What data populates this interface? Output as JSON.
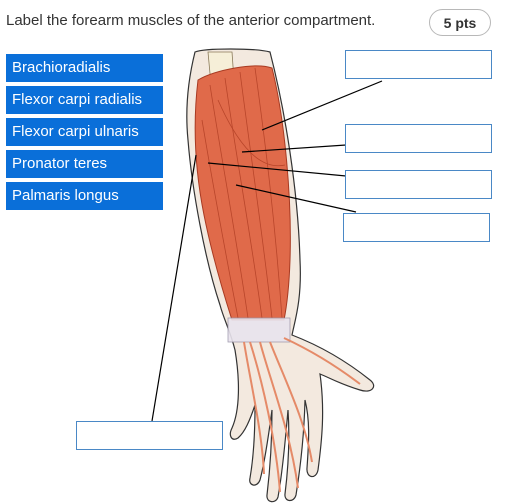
{
  "question": {
    "text": "Label the forearm muscles of the anterior compartment.",
    "points": "5 pts"
  },
  "labels": [
    "Brachioradialis",
    "Flexor carpi radialis",
    "Flexor carpi ulnaris",
    "Pronator teres",
    "Palmaris longus"
  ],
  "colors": {
    "label_bg": "#0a6fd9",
    "dropzone_border": "#4a88c6",
    "muscle": "#e06a4a",
    "skin": "#f3e9df"
  }
}
